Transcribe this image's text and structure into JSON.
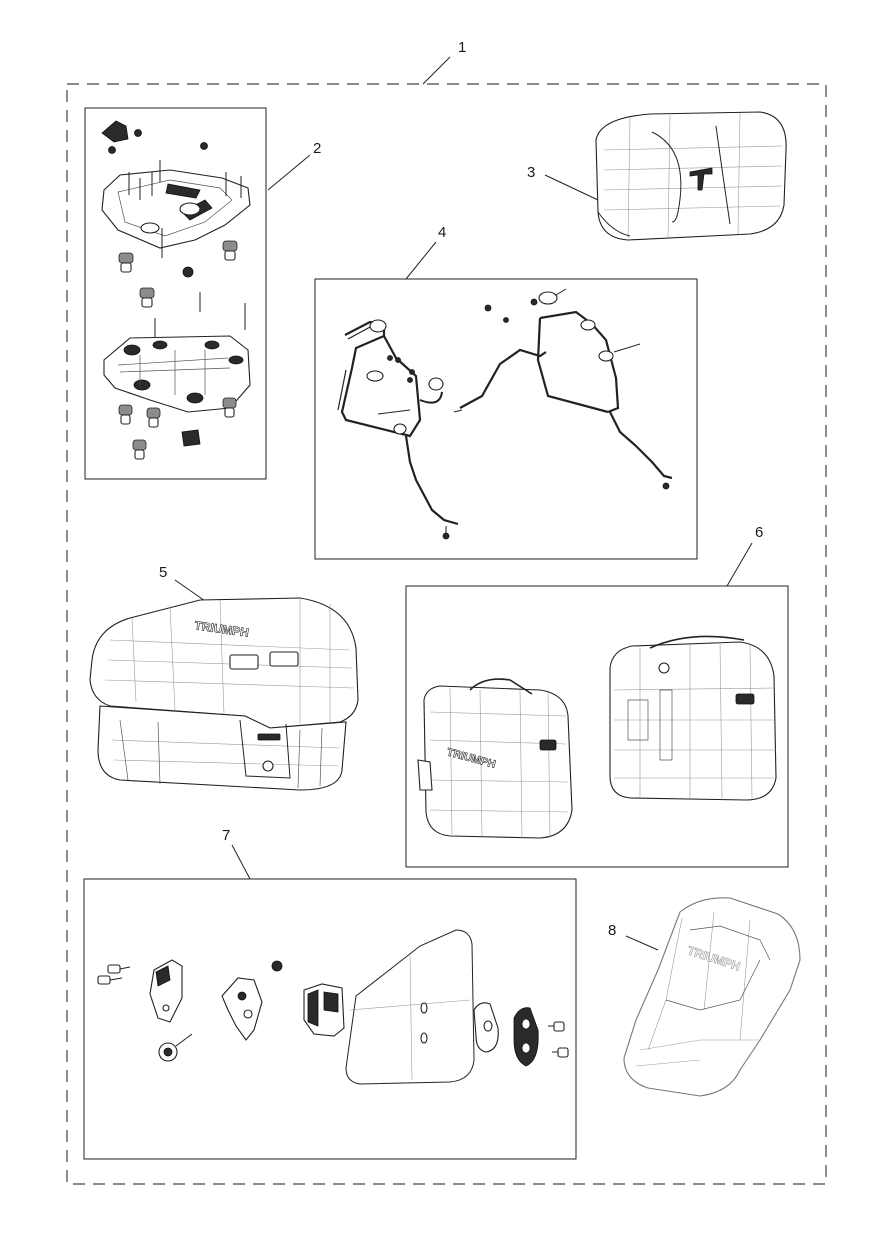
{
  "callouts": [
    {
      "id": "callout-1",
      "label": "1"
    },
    {
      "id": "callout-2",
      "label": "2"
    },
    {
      "id": "callout-3",
      "label": "3"
    },
    {
      "id": "callout-4",
      "label": "4"
    },
    {
      "id": "callout-5",
      "label": "5"
    },
    {
      "id": "callout-6",
      "label": "6"
    },
    {
      "id": "callout-7",
      "label": "7"
    },
    {
      "id": "callout-8",
      "label": "8"
    }
  ],
  "brand_marks": {
    "top_box": "TRIUMPH",
    "pannier": "TRIUMPH",
    "backrest_pad": "TRIUMPH"
  },
  "colors": {
    "line": "#222222",
    "frame_dash": "#444444",
    "background": "#ffffff"
  }
}
